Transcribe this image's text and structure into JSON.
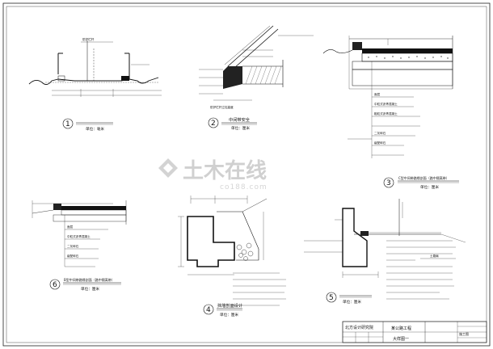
{
  "watermark": {
    "brand": "土木在线",
    "url": "co188.com"
  },
  "details": [
    {
      "num": "1",
      "title": "",
      "sub": "单位：毫米"
    },
    {
      "num": "2",
      "title": "中间带安全",
      "sub": "单位：厘米"
    },
    {
      "num": "3",
      "title": "C型中间带路缘剖面（路中隔离带）",
      "sub": "单位：厘米"
    },
    {
      "num": "6",
      "title": "B型中间带路缘剖面（路中隔离带）",
      "sub": "单位：厘米"
    },
    {
      "num": "4",
      "title": "挡墙剖面设计",
      "sub": "单位：厘米"
    },
    {
      "num": "5",
      "title": "",
      "sub": "单位：厘米"
    }
  ],
  "labels": {
    "d1_top": "防护栏杆",
    "d2_note": "防护栏杆立柱高度",
    "d3_layers": [
      "面层",
      "中粒式沥青混凝土",
      "粗粒式沥青混凝土",
      "二灰碎石",
      "级配碎石"
    ],
    "d6_layers": [
      "面层",
      "中粒式沥青混凝土",
      "二灰碎石",
      "级配碎石"
    ],
    "d5_note": "土路肩"
  },
  "title_block": {
    "institute": "北方设计研究院",
    "project": "某公路工程",
    "drawing": "大样图一",
    "sheet": "施工图"
  }
}
